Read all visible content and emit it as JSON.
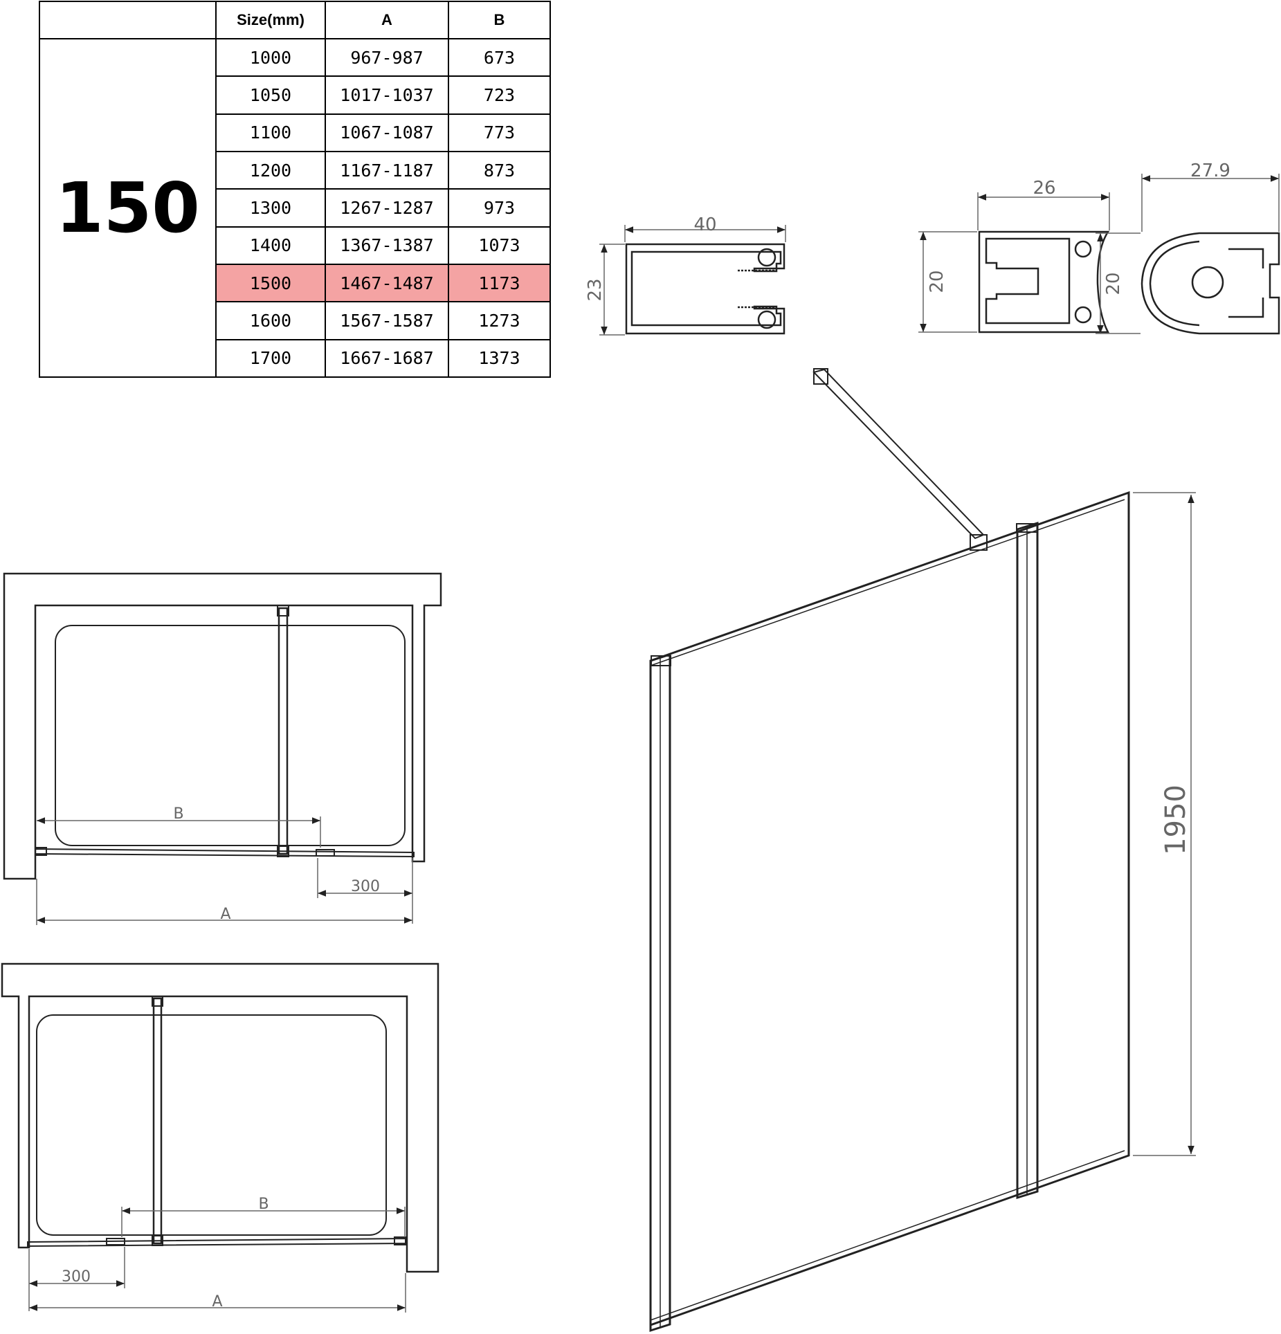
{
  "table": {
    "headers": [
      "",
      "Size(mm)",
      "A",
      "B"
    ],
    "model": "150",
    "highlight_index": 6,
    "highlight_color": "#f4a3a3",
    "rows": [
      {
        "size": "1000",
        "a": "967-987",
        "b": "673"
      },
      {
        "size": "1050",
        "a": "1017-1037",
        "b": "723"
      },
      {
        "size": "1100",
        "a": "1067-1087",
        "b": "773"
      },
      {
        "size": "1200",
        "a": "1167-1187",
        "b": "873"
      },
      {
        "size": "1300",
        "a": "1267-1287",
        "b": "973"
      },
      {
        "size": "1400",
        "a": "1367-1387",
        "b": "1073"
      },
      {
        "size": "1500",
        "a": "1467-1487",
        "b": "1173"
      },
      {
        "size": "1600",
        "a": "1567-1587",
        "b": "1273"
      },
      {
        "size": "1700",
        "a": "1667-1687",
        "b": "1373"
      }
    ]
  },
  "profiles": {
    "channel": {
      "width": "40",
      "height": "23"
    },
    "middle": {
      "width": "26",
      "height": "20"
    },
    "round": {
      "width": "27.9",
      "height": "20"
    }
  },
  "plan_top": {
    "b_label": "B",
    "a_label": "A",
    "offset": "300"
  },
  "plan_bottom": {
    "b_label": "B",
    "a_label": "A",
    "offset": "300"
  },
  "elevation": {
    "height": "1950"
  }
}
